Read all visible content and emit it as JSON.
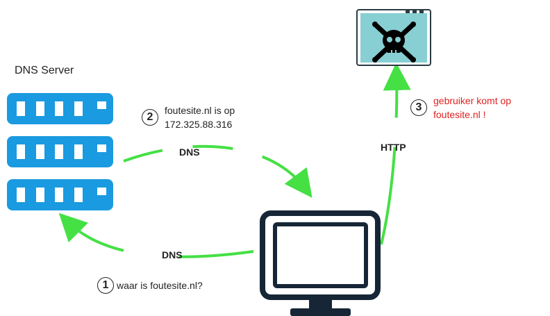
{
  "server": {
    "title": "DNS Server"
  },
  "steps": [
    {
      "number": "1",
      "text": "waar is foutesite.nl?"
    },
    {
      "number": "2",
      "line1": "foutesite.nl is op",
      "line2": "172.325.88.316"
    },
    {
      "number": "3",
      "line1": "gebruiker komt op",
      "line2": "foutesite.nl !"
    }
  ],
  "arrows": {
    "dns_label": "DNS",
    "http_label": "HTTP"
  },
  "icons": [
    "dns-server-rack-icon",
    "computer-monitor-icon",
    "skull-crossbones-window-icon"
  ],
  "colors": {
    "server": "#1a9ae0",
    "arrow": "#44e044",
    "monitor": "#162636",
    "malware_window": "#87cfd3",
    "step3_text": "#e02020"
  }
}
